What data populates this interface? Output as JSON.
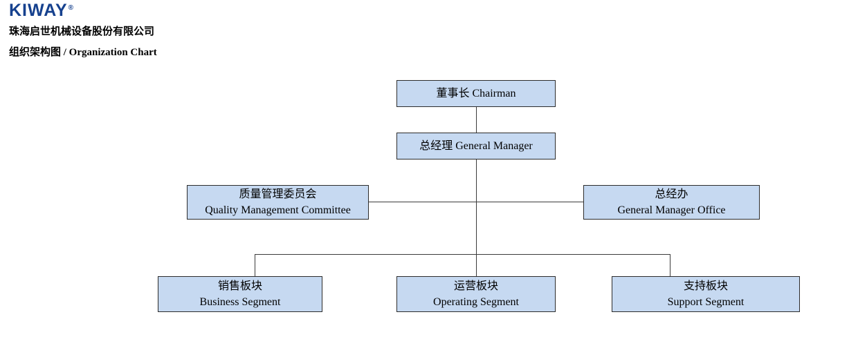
{
  "header": {
    "logo_text": "KIWAY",
    "registered_mark": "®",
    "company_name": "珠海启世机械设备股份有限公司",
    "chart_title": "组织架构图 / Organization Chart"
  },
  "org_chart": {
    "nodes": [
      {
        "id": "chairman",
        "label": "董事长 Chairman"
      },
      {
        "id": "general-manager",
        "label": "总经理 General Manager"
      },
      {
        "id": "quality-management-committee",
        "label_cn": "质量管理委员会",
        "label_en": "Quality Management Committee"
      },
      {
        "id": "general-manager-office",
        "label_cn": "总经办",
        "label_en": "General Manager Office"
      },
      {
        "id": "business-segment",
        "label_cn": "销售板块",
        "label_en": "Business Segment"
      },
      {
        "id": "operating-segment",
        "label_cn": "运营板块",
        "label_en": "Operating Segment"
      },
      {
        "id": "support-segment",
        "label_cn": "支持板块",
        "label_en": "Support Segment"
      }
    ]
  },
  "colors": {
    "box_fill": "#c6d9f1",
    "box_border": "#2b2b2b",
    "line_color": "#3a3a3a",
    "logo_blue": "#16418e",
    "text_color": "#000000"
  }
}
